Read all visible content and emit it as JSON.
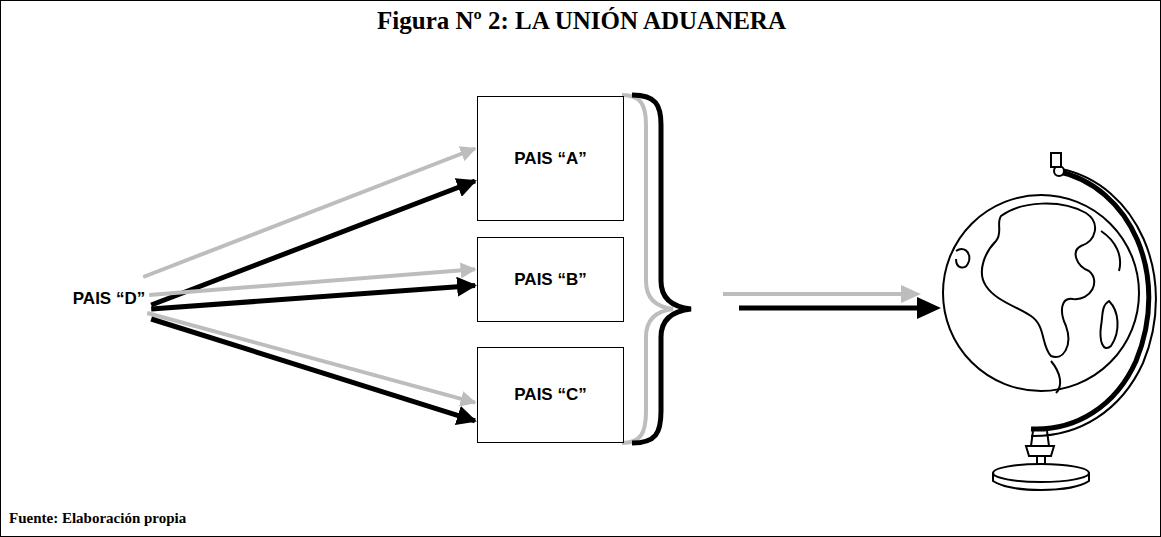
{
  "diagram": {
    "title": "Figura Nº 2: LA UNIÓN ADUANERA",
    "caption": "Fuente: Elaboración propia",
    "nodes": [
      {
        "text": [
          "PAIS “D”"
        ]
      },
      {
        "text": [
          "PAIS “A”"
        ]
      },
      {
        "text": [
          "PAIS “B”"
        ]
      },
      {
        "text": [
          "PAIS “C”"
        ]
      }
    ],
    "edges": [
      {
        "from": 0,
        "to": 1,
        "arrow": "to"
      },
      {
        "from": 0,
        "to": 1,
        "arrow": "to"
      },
      {
        "from": 0,
        "to": 2,
        "arrow": "to"
      },
      {
        "from": 0,
        "to": 2,
        "arrow": "to"
      },
      {
        "from": 0,
        "to": 3,
        "arrow": "to"
      },
      {
        "from": 0,
        "to": 3,
        "arrow": "to"
      }
    ]
  }
}
